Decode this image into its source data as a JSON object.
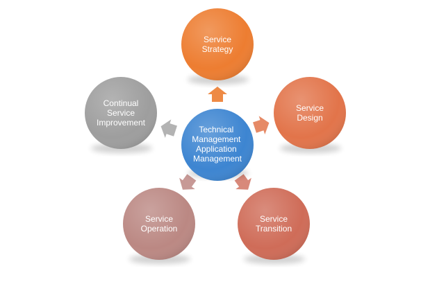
{
  "diagram": {
    "center": {
      "lines": [
        "Technical",
        "Management",
        "Application",
        "Management"
      ],
      "color": "#3d85d1"
    },
    "nodes": [
      {
        "key": "strategy",
        "lines": [
          "Service",
          "Strategy"
        ],
        "color": "#ed7d31",
        "arrow_color": "#ee8a45"
      },
      {
        "key": "design",
        "lines": [
          "Service",
          "Design"
        ],
        "color": "#e2744a",
        "arrow_color": "#e68a66"
      },
      {
        "key": "transition",
        "lines": [
          "Service",
          "Transition"
        ],
        "color": "#cf6c58",
        "arrow_color": "#d8897a"
      },
      {
        "key": "operation",
        "lines": [
          "Service",
          "Operation"
        ],
        "color": "#bb8883",
        "arrow_color": "#c79996"
      },
      {
        "key": "improvement",
        "lines": [
          "Continual",
          "Service",
          "Improvement"
        ],
        "color": "#9e9e9e",
        "arrow_color": "#b3b3b3"
      }
    ]
  }
}
